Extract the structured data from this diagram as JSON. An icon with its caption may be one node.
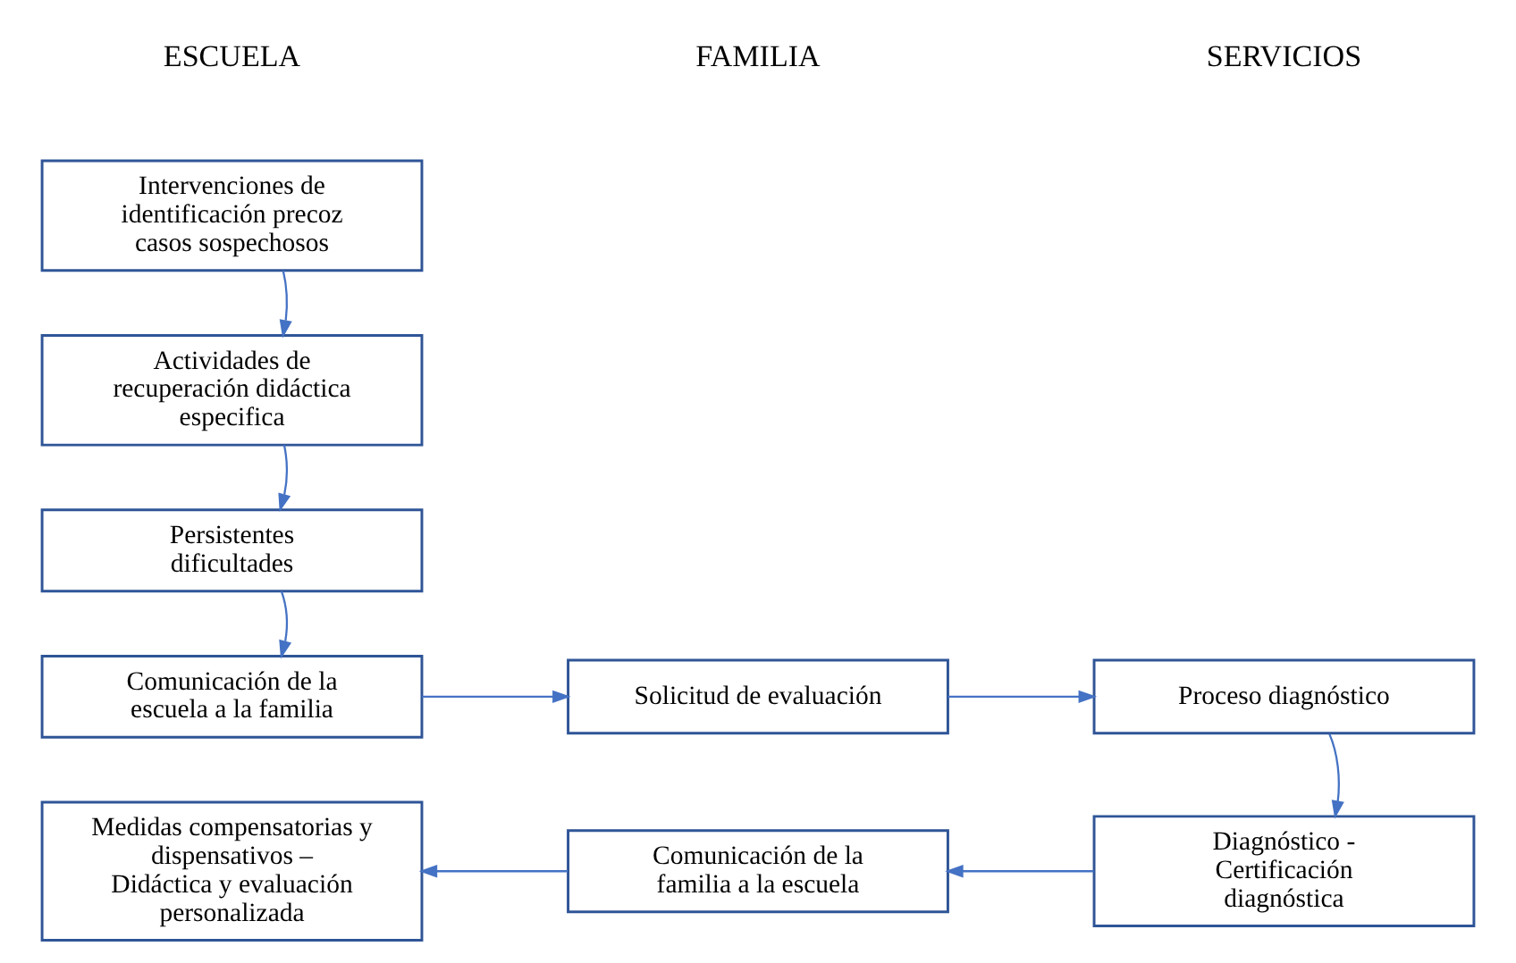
{
  "diagram": {
    "nodes": [
      {
        "text": [
          "Intervenciones de identificación precoz casos sospechosos"
        ]
      },
      {
        "text": [
          "Actividades de recuperación didáctica especifica"
        ]
      },
      {
        "text": [
          "Persistentes dificultades"
        ]
      },
      {
        "text": [
          "Comunicación de la escuela a la familia"
        ]
      },
      {
        "text": [
          "Solicitud de evaluación"
        ]
      },
      {
        "text": [
          "Proceso diagnóstico"
        ]
      },
      {
        "text": [
          "Diagnóstico - Certificación diagnóstica"
        ]
      },
      {
        "text": [
          "Comunicación de la familia a la escuela"
        ]
      },
      {
        "text": [
          "Medidas compensatorias y dispensativos – Didáctica y evaluación personalizada"
        ]
      }
    ],
    "edges": [
      {
        "from": 0,
        "to": 1,
        "arrow": "to"
      },
      {
        "from": 1,
        "to": 2,
        "arrow": "to"
      },
      {
        "from": 2,
        "to": 3,
        "arrow": "to"
      },
      {
        "from": 3,
        "to": 4,
        "arrow": "to"
      },
      {
        "from": 4,
        "to": 5,
        "arrow": "to"
      },
      {
        "from": 5,
        "to": 6,
        "arrow": "to"
      },
      {
        "from": 6,
        "to": 7,
        "arrow": "to"
      },
      {
        "from": 7,
        "to": 8,
        "arrow": "to"
      }
    ],
    "labels": [
      "ESCUELA",
      "FAMILIA",
      "SERVICIOS"
    ]
  }
}
